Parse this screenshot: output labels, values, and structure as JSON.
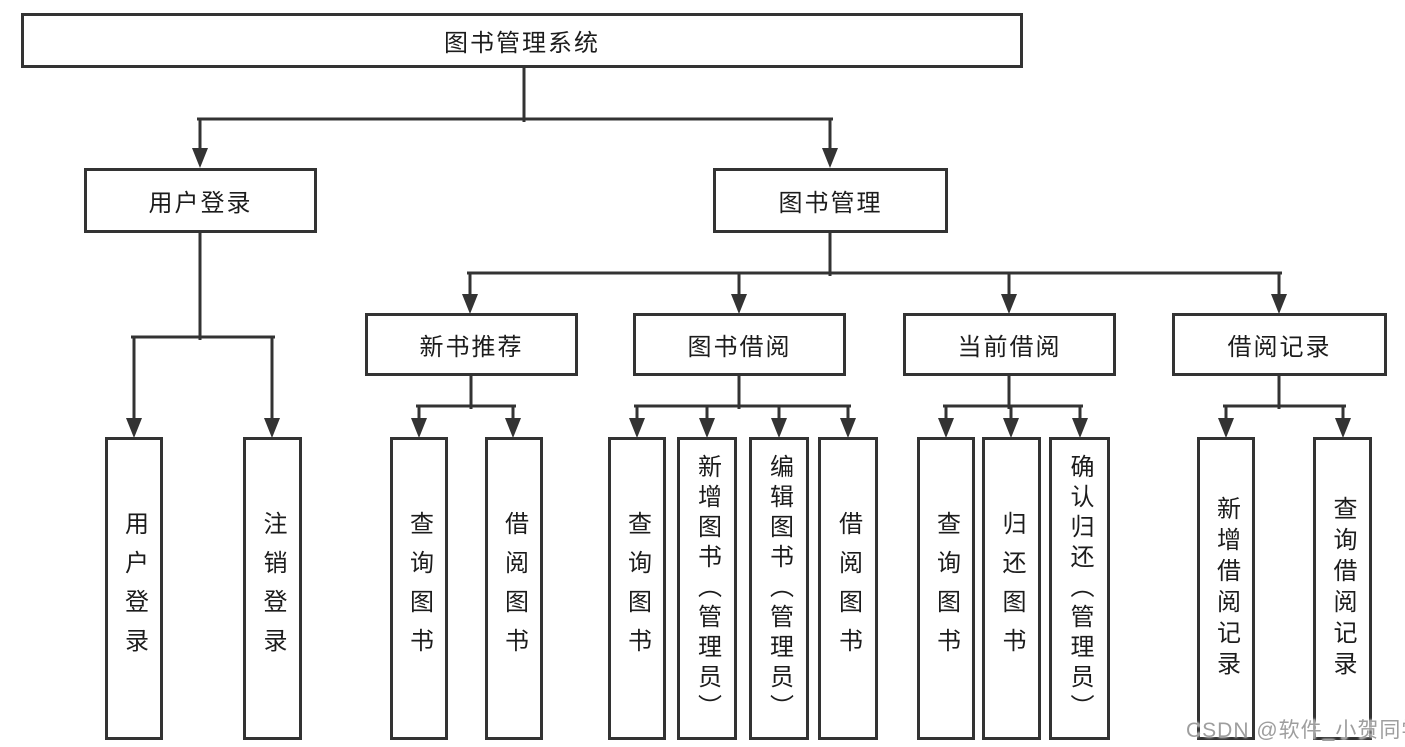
{
  "diagram_title": "图书管理系统",
  "hierarchy": {
    "label": "图书管理系统",
    "children": [
      {
        "label": "用户登录",
        "children": [
          {
            "label": "用户登录"
          },
          {
            "label": "注销登录"
          }
        ]
      },
      {
        "label": "图书管理",
        "children": [
          {
            "label": "新书推荐",
            "children": [
              {
                "label": "查询图书"
              },
              {
                "label": "借阅图书"
              }
            ]
          },
          {
            "label": "图书借阅",
            "children": [
              {
                "label": "查询图书"
              },
              {
                "label": "新增图书（管理员）"
              },
              {
                "label": "编辑图书（管理员）"
              },
              {
                "label": "借阅图书"
              }
            ]
          },
          {
            "label": "当前借阅",
            "children": [
              {
                "label": "查询图书"
              },
              {
                "label": "归还图书"
              },
              {
                "label": "确认归还（管理员）"
              }
            ]
          },
          {
            "label": "借阅记录",
            "children": [
              {
                "label": "新增借阅记录"
              },
              {
                "label": "查询借阅记录"
              }
            ]
          }
        ]
      }
    ]
  },
  "watermark": "CSDN @软件_小贺同学",
  "colors": {
    "line": "#333333",
    "text": "#1c1c1c",
    "watermark_gray": "#9e9e9e",
    "background": "#ffffff"
  }
}
